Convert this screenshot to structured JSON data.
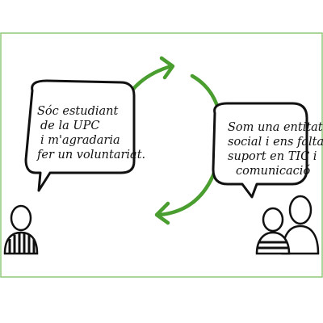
{
  "colors": {
    "frame_border": "#8fc97a",
    "cycle_arrows": "#4a9e2f",
    "ink": "#111111",
    "background": "#ffffff"
  },
  "left_bubble": {
    "lines": [
      "Sóc estudiant",
      "de la UPC",
      "i m'agradaria",
      "fer un voluntariat."
    ]
  },
  "right_bubble": {
    "lines": [
      "Som una entitat",
      "social i ens falta",
      "suport en TIC i",
      "comunicació"
    ]
  },
  "icons": {
    "left_person": "student-person-icon",
    "right_people": "organization-people-icon",
    "cycle": "cycle-arrows-icon"
  }
}
